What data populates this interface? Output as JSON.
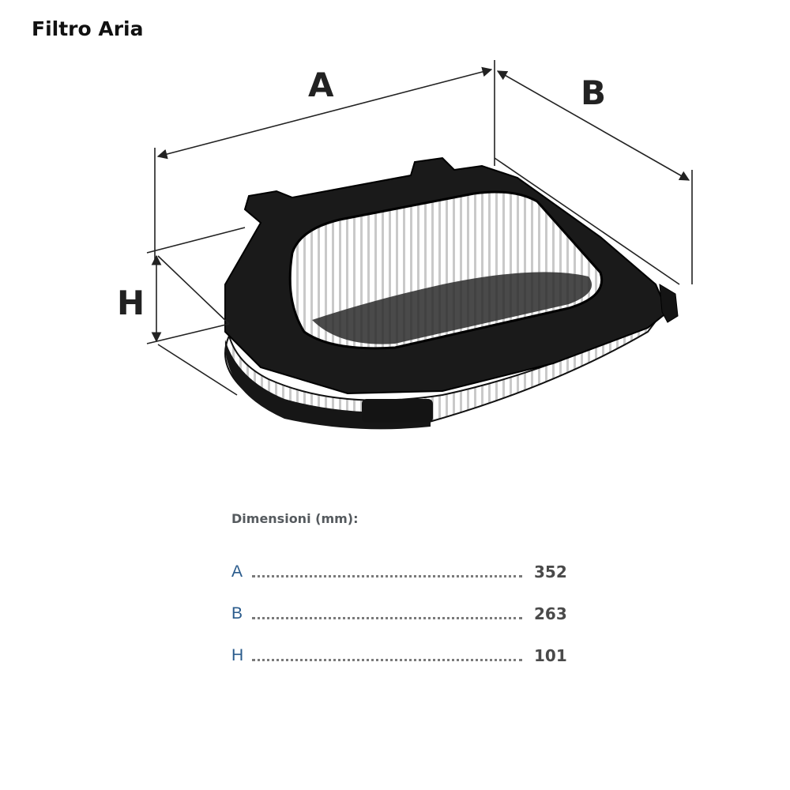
{
  "title": "Filtro Aria",
  "diagram": {
    "labels": {
      "a": "A",
      "b": "B",
      "h": "H"
    }
  },
  "dimensions": {
    "heading": "Dimensioni (mm):",
    "rows": [
      {
        "key": "A",
        "value": "352"
      },
      {
        "key": "B",
        "value": "263"
      },
      {
        "key": "H",
        "value": "101"
      }
    ]
  }
}
